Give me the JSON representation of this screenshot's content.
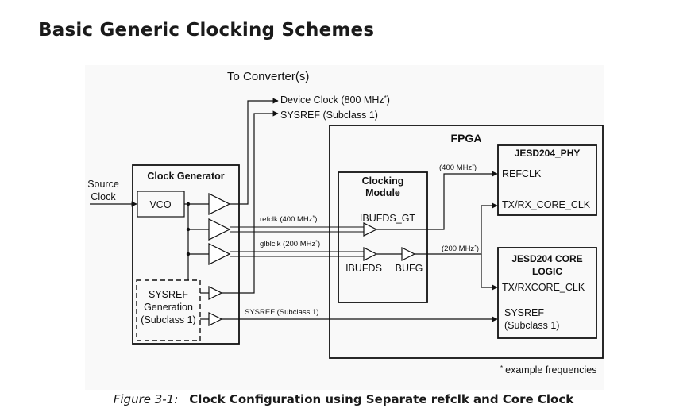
{
  "page": {
    "heading": "Basic Generic Clocking Schemes",
    "figure_number": "Figure 3-1:",
    "figure_title": "Clock Configuration using Separate refclk and Core Clock"
  },
  "diagram": {
    "top_label": "To Converter(s)",
    "outputs": {
      "device_clock": "Device Clock (800 MHz",
      "sysref": "SYSREF (Subclass 1)"
    },
    "source_clock": [
      "Source",
      "Clock"
    ],
    "clock_generator": {
      "title": "Clock Generator",
      "vco": "VCO",
      "sysref_gen": [
        "SYSREF",
        "Generation",
        "(Subclass 1)"
      ]
    },
    "fpga": {
      "title": "FPGA",
      "clocking_module": {
        "title": [
          "Clocking",
          "Module"
        ],
        "ibufds_gt": "IBUFDS_GT",
        "ibufds": "IBUFDS",
        "bufg": "BUFG"
      },
      "jesd_phy": {
        "title": "JESD204_PHY",
        "refclk": "REFCLK",
        "txrx_core_clk": "TX/RX_CORE_CLK"
      },
      "jesd_core": {
        "title": [
          "JESD204 CORE",
          "LOGIC"
        ],
        "txrxcore_clk": "TX/RXCORE_CLK",
        "sysref": [
          "SYSREF",
          "(Subclass 1)"
        ]
      }
    },
    "signals": {
      "refclk": "refclk (400 MHz",
      "glblclk": "glblclk (200 MHz",
      "sysref": "SYSREF (Subclass 1)",
      "f400": "(400 MHz",
      "f200": "(200 MHz"
    },
    "asterisk": "*",
    "paren_close": ")",
    "footnote": "example frequencies"
  }
}
